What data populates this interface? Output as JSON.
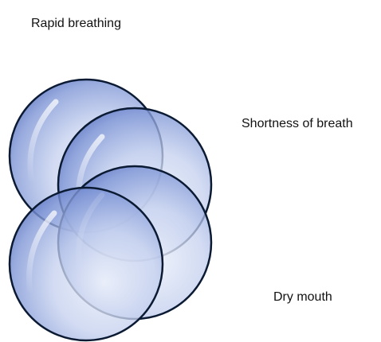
{
  "labels": {
    "rapid_breathing": "Rapid breathing",
    "shortness_of_breath": "Shortness of breath",
    "dry_mouth": "Dry mouth"
  },
  "colors": {
    "bubble_fill_center": "#e9eef9",
    "bubble_fill_edge": "#5a74c4",
    "bubble_stroke": "#0b1a33",
    "text": "#111111"
  }
}
